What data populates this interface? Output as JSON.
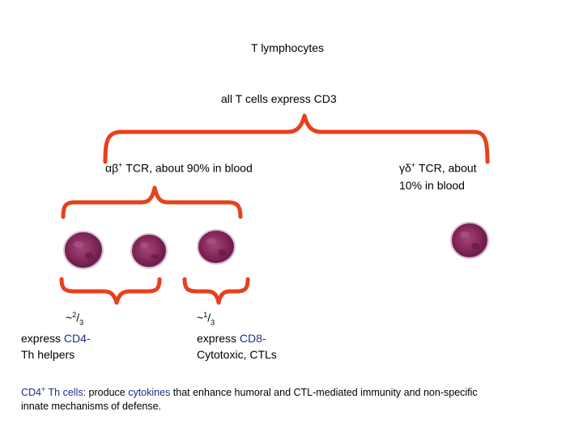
{
  "title": "T lymphocytes",
  "all_cells": "all T cells express CD3",
  "ab_label": {
    "pre": "αβ",
    "sup": "+",
    "post": " TCR, about 90% in blood"
  },
  "gd_label": {
    "pre": "γδ",
    "sup": "+",
    "line1_post": " TCR, about",
    "line2": "10% in blood"
  },
  "cd4_group": {
    "tilde": "~",
    "num": "2",
    "slash": "/",
    "den": "3",
    "express": "express ",
    "marker": "CD4-",
    "role": "Th helpers"
  },
  "cd8_group": {
    "tilde": "~",
    "num": "1",
    "slash": "/",
    "den": "3",
    "express": "express ",
    "marker": "CD8-",
    "role": "Cytotoxic, CTLs"
  },
  "footnote": {
    "term": "CD4",
    "term_sup": "+",
    "term_rest": " Th cells:",
    "part1": " produce ",
    "cytokines": "cytokines",
    "part2": " that enhance humoral and CTL-mediated immunity and non-specific",
    "line2": "innate mechanisms of defense."
  },
  "colors": {
    "brace": "#e8401c",
    "cell": "#8a2a5c",
    "blue_text": "#1f2d8c"
  }
}
